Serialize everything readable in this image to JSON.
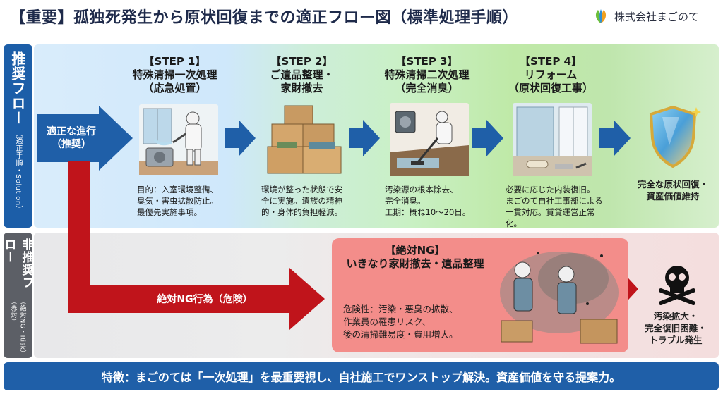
{
  "header": {
    "title": "【重要】孤独死発生から原状回復までの適正フロー図（標準処理手順）",
    "company": "株式会社まごのて"
  },
  "side": {
    "recommended": {
      "main": "推奨フロー",
      "sub": "（適正手順・Solution）"
    },
    "not_recommended": {
      "main": "非推奨フロー",
      "sub": "（絶対NG・Risk）（赤対）"
    }
  },
  "flow": {
    "start_label_1": "適正な進行",
    "start_label_2": "（推奨）"
  },
  "steps": [
    {
      "num": "【STEP 1】",
      "title_1": "特殊清掃一次処理",
      "title_2": "（応急処置）",
      "desc": [
        "目的：入室環境整備、",
        "臭気・害虫拡散防止。",
        "最優先実施事項。"
      ]
    },
    {
      "num": "【STEP 2】",
      "title_1": "ご遺品整理・",
      "title_2": "家財撤去",
      "desc": [
        "環境が整った状態で安",
        "全に実施。遺族の精神",
        "的・身体的負担軽減。"
      ]
    },
    {
      "num": "【STEP 3】",
      "title_1": "特殊清掃二次処理",
      "title_2": "（完全消臭）",
      "desc": [
        "汚染源の根本除去、",
        "完全消臭。",
        "工期：概ね10〜20日。"
      ]
    },
    {
      "num": "【STEP 4】",
      "title_1": "リフォーム",
      "title_2": "（原状回復工事）",
      "desc": [
        "必要に応じた内装復旧。",
        "まごのて自社工事部による",
        "一貫対応。賃貸運営正常化。"
      ]
    }
  ],
  "result_good": {
    "line_1": "完全な原状回復・",
    "line_2": "資産価値維持"
  },
  "ng": {
    "arrow_label": "絶対NG行為（危険）",
    "card_title_1": "【絶対NG】",
    "card_title_2": "いきなり家財撤去・遺品整理",
    "desc": [
      "危険性：汚染・悪臭の拡散、",
      "作業員の罹患リスク、",
      "後の清掃難易度・費用増大。"
    ]
  },
  "result_bad": {
    "line_1": "汚染拡大・",
    "line_2": "完全復旧困難・",
    "line_3": "トラブル発生"
  },
  "footer": {
    "text": "特徴：まごのては「一次処理」を最重要視し、自社施工でワンストップ解決。資産価値を守る提案力。"
  },
  "colors": {
    "primary_blue": "#1f5fa8",
    "danger_red": "#c0141b",
    "ng_card": "#f38d8a",
    "side_gray": "#5c5f66"
  }
}
